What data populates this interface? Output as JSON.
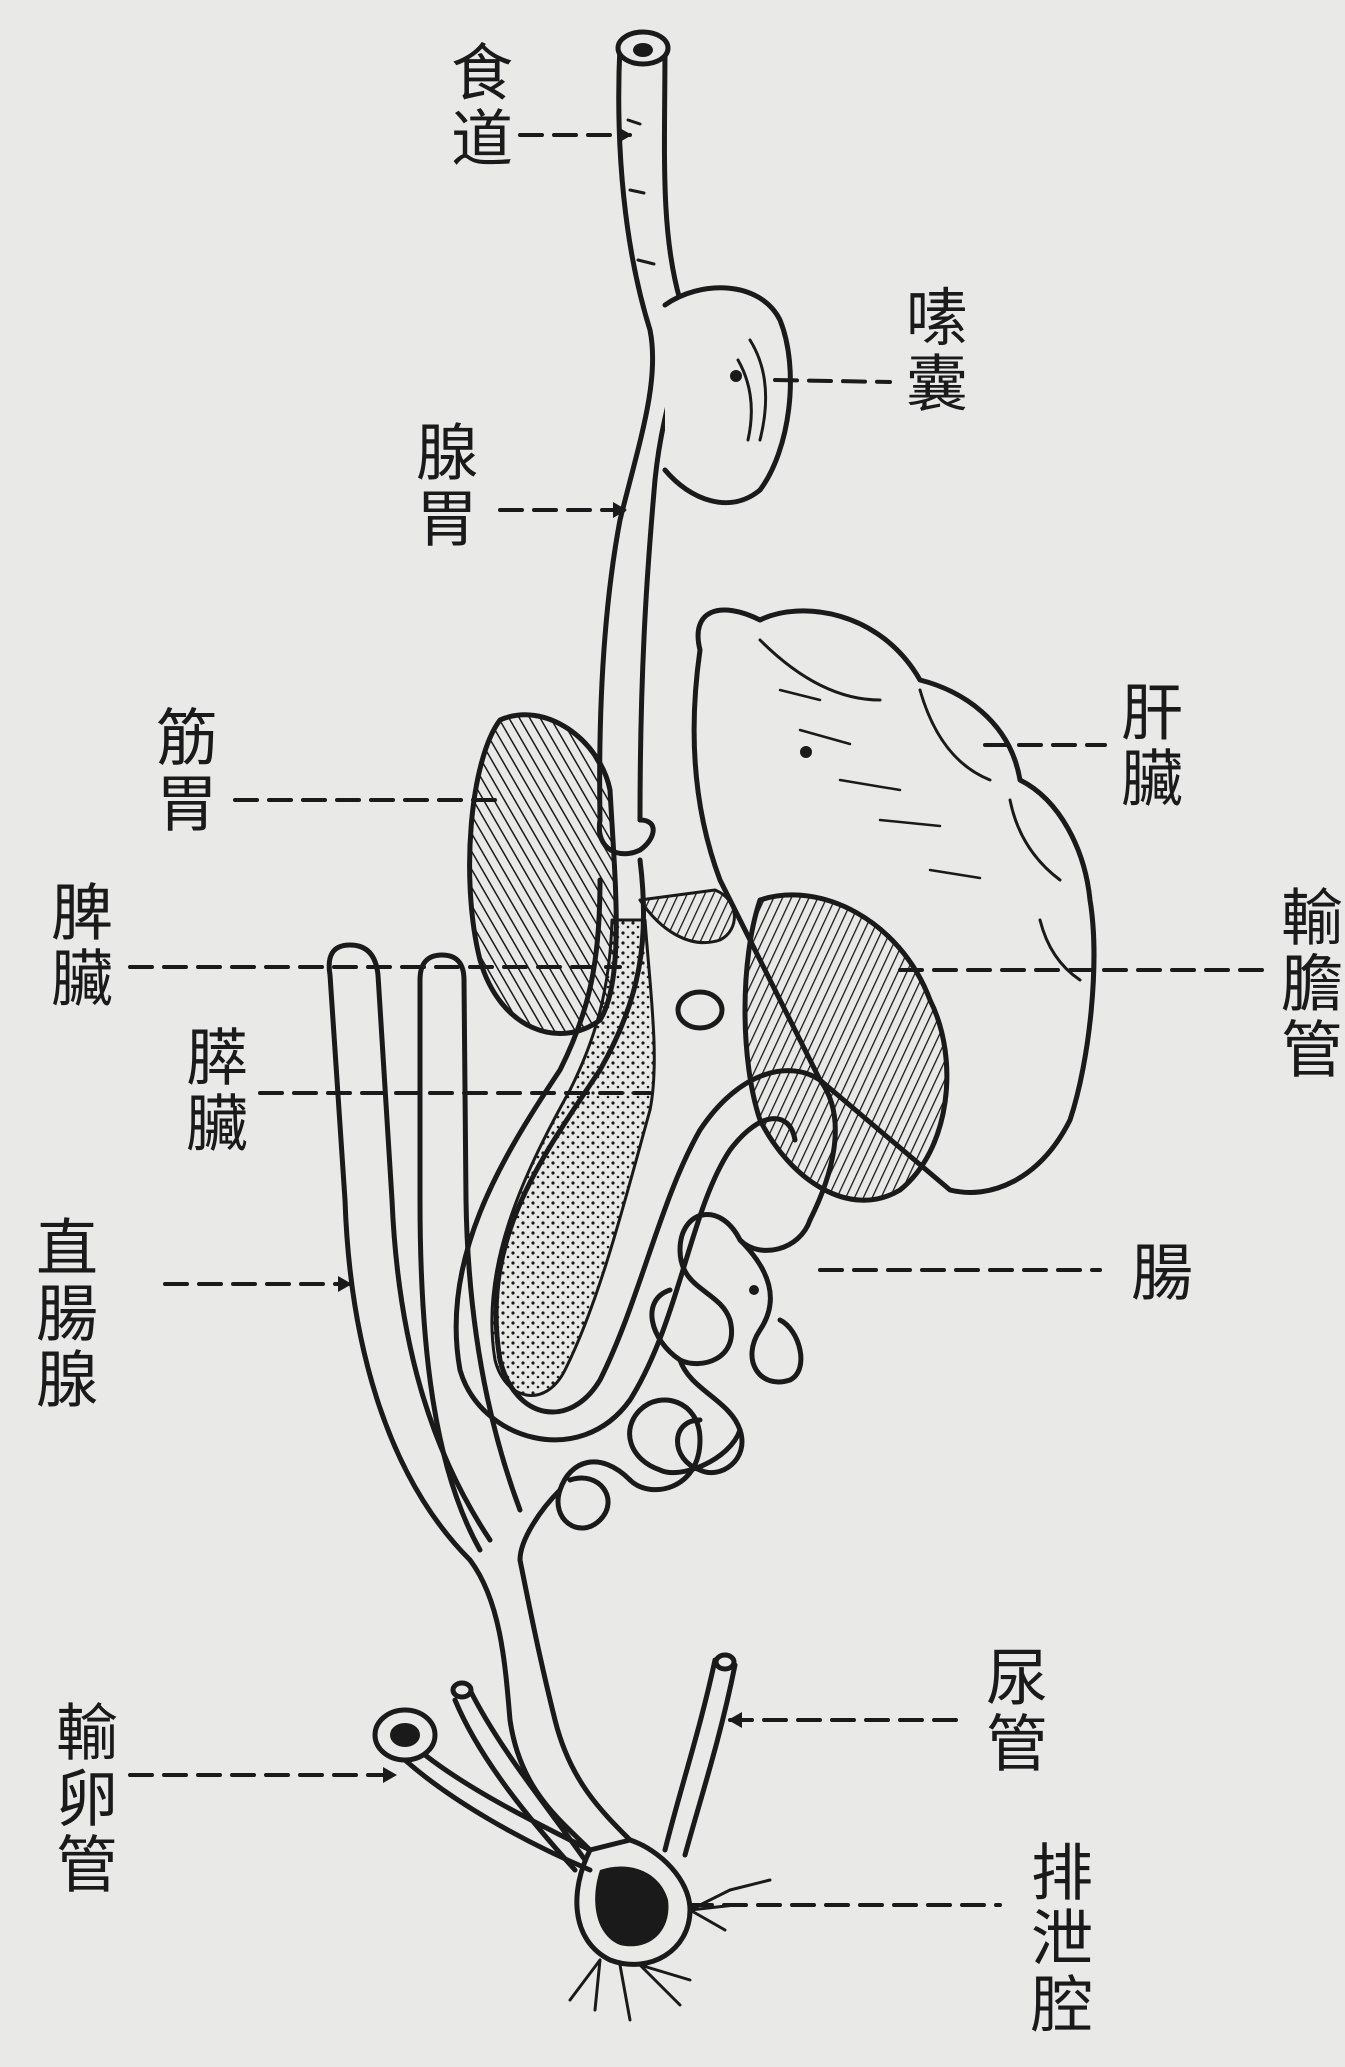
{
  "labels": {
    "esophagus": "食道",
    "crop": "嗉囊",
    "proventriculus": "腺胃",
    "liver": "肝臟",
    "gizzard": "筋胃",
    "spleen": "脾臟",
    "bile_duct": "輸膽管",
    "pancreas": "膵臟",
    "intestine": "腸",
    "rectal_gland": "直腸腺",
    "ureter": "尿管",
    "oviduct": "輸卵管",
    "cloaca": "排泄腔"
  },
  "colors": {
    "paper": "#e9e9e7",
    "ink": "#1a1a1a"
  }
}
